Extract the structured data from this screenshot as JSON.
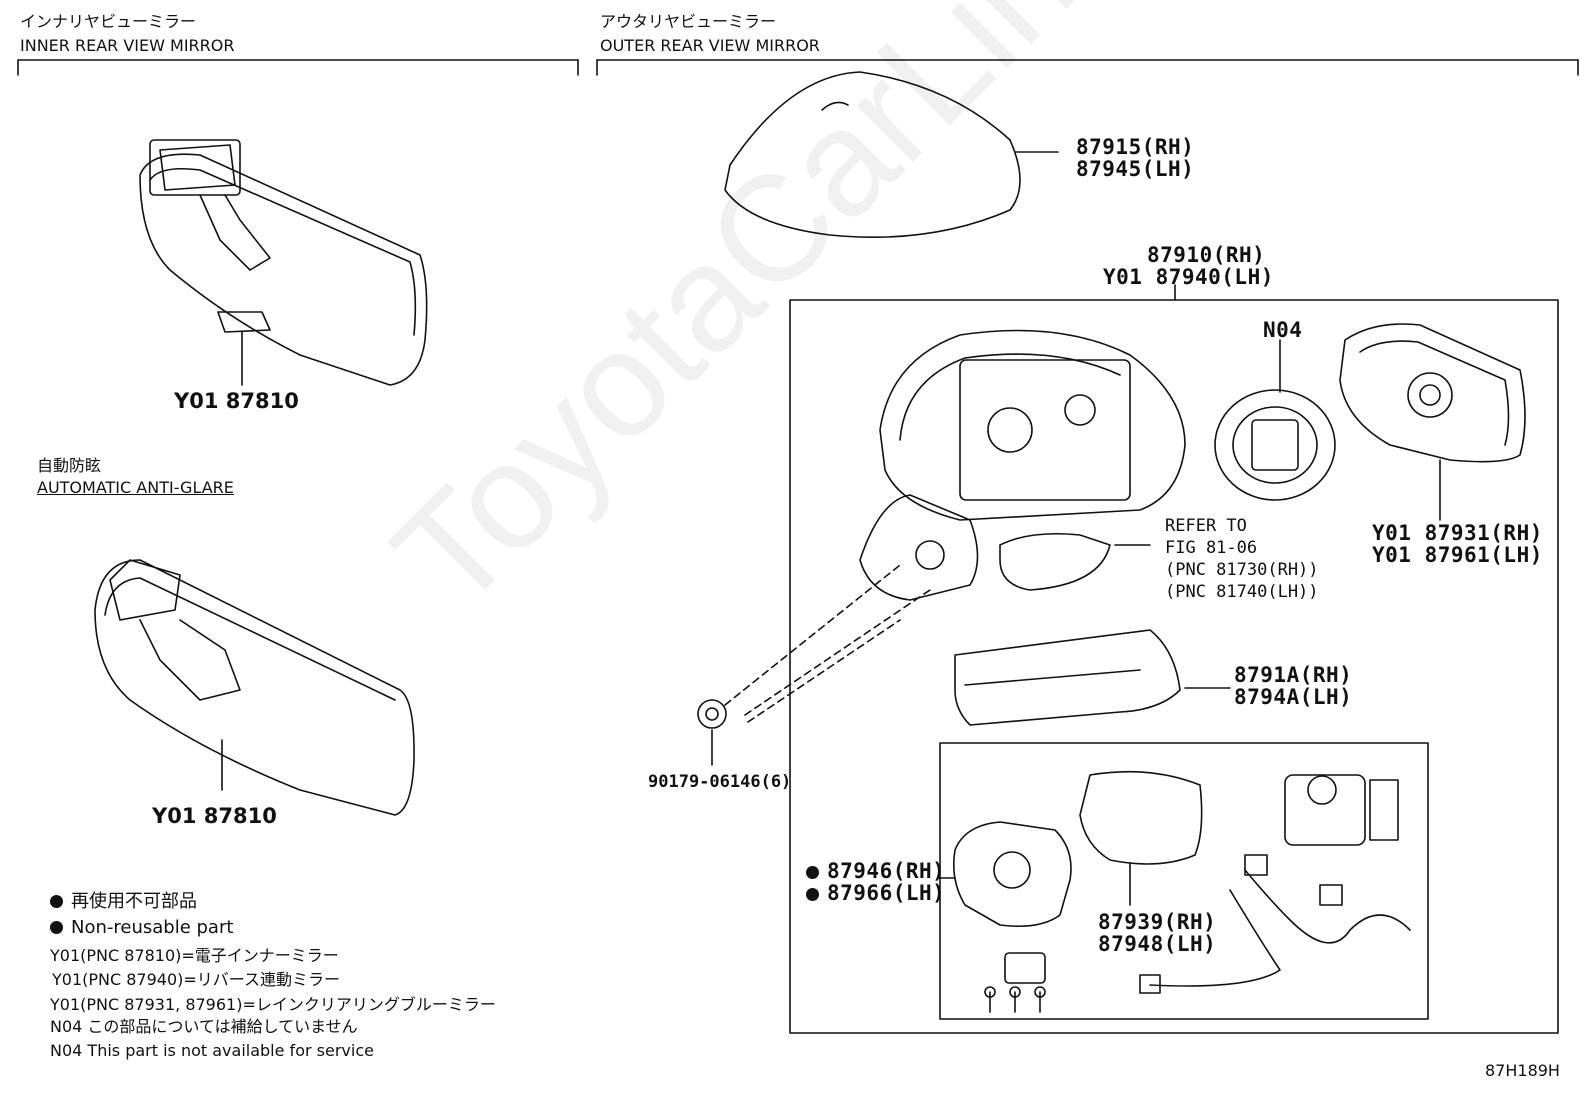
{
  "sections": {
    "inner": {
      "title_jp": "インナリヤビューミラー",
      "title_en": "INNER REAR VIEW MIRROR"
    },
    "outer": {
      "title_jp": "アウタリヤビューミラー",
      "title_en": "OUTER REAR VIEW MIRROR"
    },
    "auto_antiglare": {
      "title_jp": "自動防眩",
      "title_en": "AUTOMATIC ANTI-GLARE"
    }
  },
  "parts": {
    "inner_mirror_1": "Y01 87810",
    "inner_mirror_2": "Y01 87810",
    "cover_rh": "87915(RH)",
    "cover_lh": "87945(LH)",
    "assy_rh": "87910(RH)",
    "assy_lh": "Y01 87940(LH)",
    "n04": "N04",
    "refer_1": "REFER TO",
    "refer_2": "FIG 81-06",
    "refer_3": "(PNC 81730(RH))",
    "refer_4": "(PNC 81740(LH))",
    "mirror_rh": "Y01 87931(RH)",
    "mirror_lh": "Y01 87961(LH)",
    "garnish_rh": "8791A(RH)",
    "garnish_lh": "8794A(LH)",
    "clip": "90179-06146(6)",
    "plate_rh": "87946(RH)",
    "plate_lh": "87966(LH)",
    "glass_rh": "87939(RH)",
    "glass_lh": "87948(LH)"
  },
  "notes": {
    "legend_jp": "再使用不可部品",
    "legend_en": "Non-reusable part",
    "line1": "Y01(PNC 87810)=電子インナーミラー",
    "line2": "Y01(PNC 87940)=リバース連動ミラー",
    "line3": "Y01(PNC 87931, 87961)=レインクリアリングブルーミラー",
    "line4": "N04 この部品については補給していません",
    "line5": "N04 This part is not available for service"
  },
  "figure_code": "87H189H",
  "watermark": "ToyotaCarLine.ru"
}
